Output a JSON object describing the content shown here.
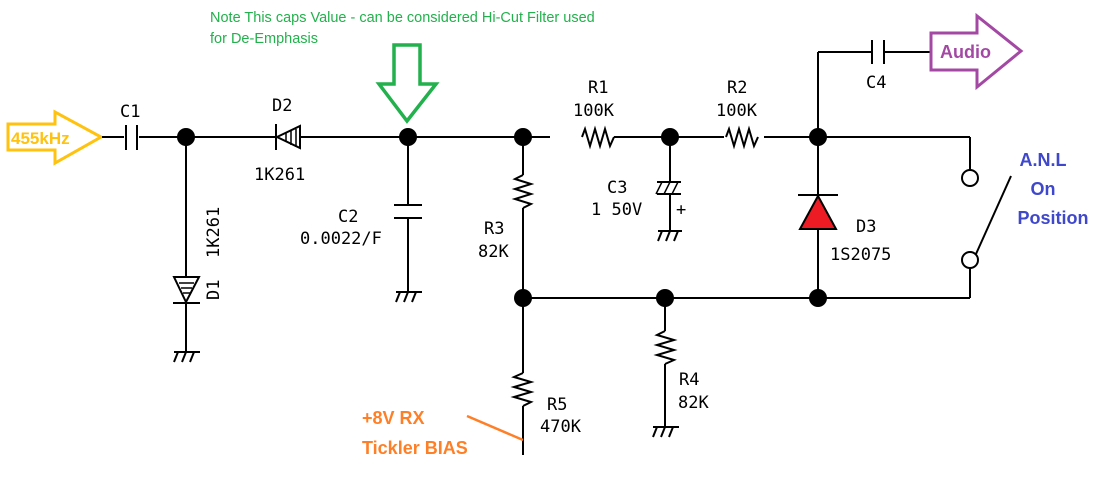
{
  "note": {
    "line1": "Note This caps Value - can be considered Hi-Cut Filter used",
    "line2": "for De-Emphasis",
    "color": "#22b14c"
  },
  "input_arrow": {
    "label": "455kHz",
    "color": "#ffc20e"
  },
  "output_arrow": {
    "label": "Audio",
    "color": "#a349a4"
  },
  "switch_label": {
    "line1": "A.N.L",
    "line2": "On",
    "line3": "Position",
    "color": "#3f48cc"
  },
  "bias_label": {
    "line1": "+8V RX",
    "line2": "Tickler BIAS",
    "color": "#ff7f27"
  },
  "components": {
    "c1": {
      "ref": "C1"
    },
    "c2": {
      "ref": "C2",
      "value": "0.0022/F"
    },
    "c3": {
      "ref": "C3",
      "value": "1 50V",
      "polarity": "+"
    },
    "c4": {
      "ref": "C4"
    },
    "d1": {
      "ref": "D1",
      "value": "1K261"
    },
    "d2": {
      "ref": "D2",
      "value": "1K261"
    },
    "d3": {
      "ref": "D3",
      "value": "1S2075",
      "color": "#ed1c24"
    },
    "r1": {
      "ref": "R1",
      "value": "100K"
    },
    "r2": {
      "ref": "R2",
      "value": "100K"
    },
    "r3": {
      "ref": "R3",
      "value": "82K"
    },
    "r4": {
      "ref": "R4",
      "value": "82K"
    },
    "r5": {
      "ref": "R5",
      "value": "470K"
    }
  }
}
